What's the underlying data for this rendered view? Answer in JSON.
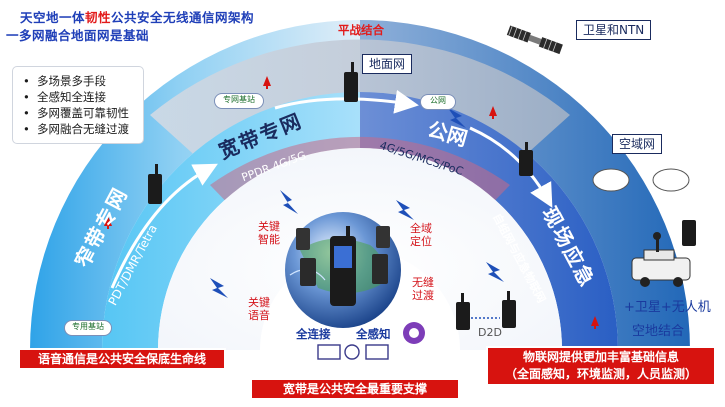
{
  "title": {
    "line1_pre": "天空地一体",
    "line1_highlight": "韧性",
    "line1_post": "公共安全无线通信网架构",
    "line2": "一多网融合地面网是基础"
  },
  "feature_list": [
    "多场景多手段",
    "全感知全连接",
    "多网覆盖可靠韧性",
    "多网融合无缝过渡"
  ],
  "labels": {
    "peace_war": "平战结合",
    "ground_network": "地面网",
    "satellite_ntn": "卫星和NTN",
    "air_network": "空域网",
    "space_ground": "空地结合",
    "satellite_uav": "+卫星+无人机"
  },
  "arc": {
    "narrowband": "窄带专网",
    "narrowband_tech": "PDT/DMR/Tetra",
    "broadband": "宽带专网",
    "broadband_tech": "PPDR 4G/5G",
    "public_net": "公网",
    "public_tech": "4G/5G/MCS/PoC",
    "onsite": "现场应急",
    "onsite_tech": "自组网与应急物联网"
  },
  "mini_labels": {
    "left": "专网基站",
    "mid": "专用基站",
    "right": "公网"
  },
  "inner": {
    "key_intel": [
      "关键",
      "智能"
    ],
    "key_voice": [
      "关键",
      "语音"
    ],
    "full_position": [
      "全域",
      "定位"
    ],
    "seamless": [
      "无缝",
      "过渡"
    ],
    "full_connect": "全连接",
    "full_sense": "全感知",
    "d2d": "D2D"
  },
  "banners": {
    "voice": "语音通信是公共安全保底生命线",
    "broadband": "宽带是公共安全最重要支撑",
    "iot_line1": "物联网提供更加丰富基础信息",
    "iot_line2": "（全面感知，环境监测，人员监测）"
  },
  "colors": {
    "title_blue": "#1f3fb8",
    "accent_red": "#e21b1b",
    "arc_outer": "#1f74c9",
    "arc_band_light": "#b3bfcf",
    "banner_red": "#d7130f"
  }
}
